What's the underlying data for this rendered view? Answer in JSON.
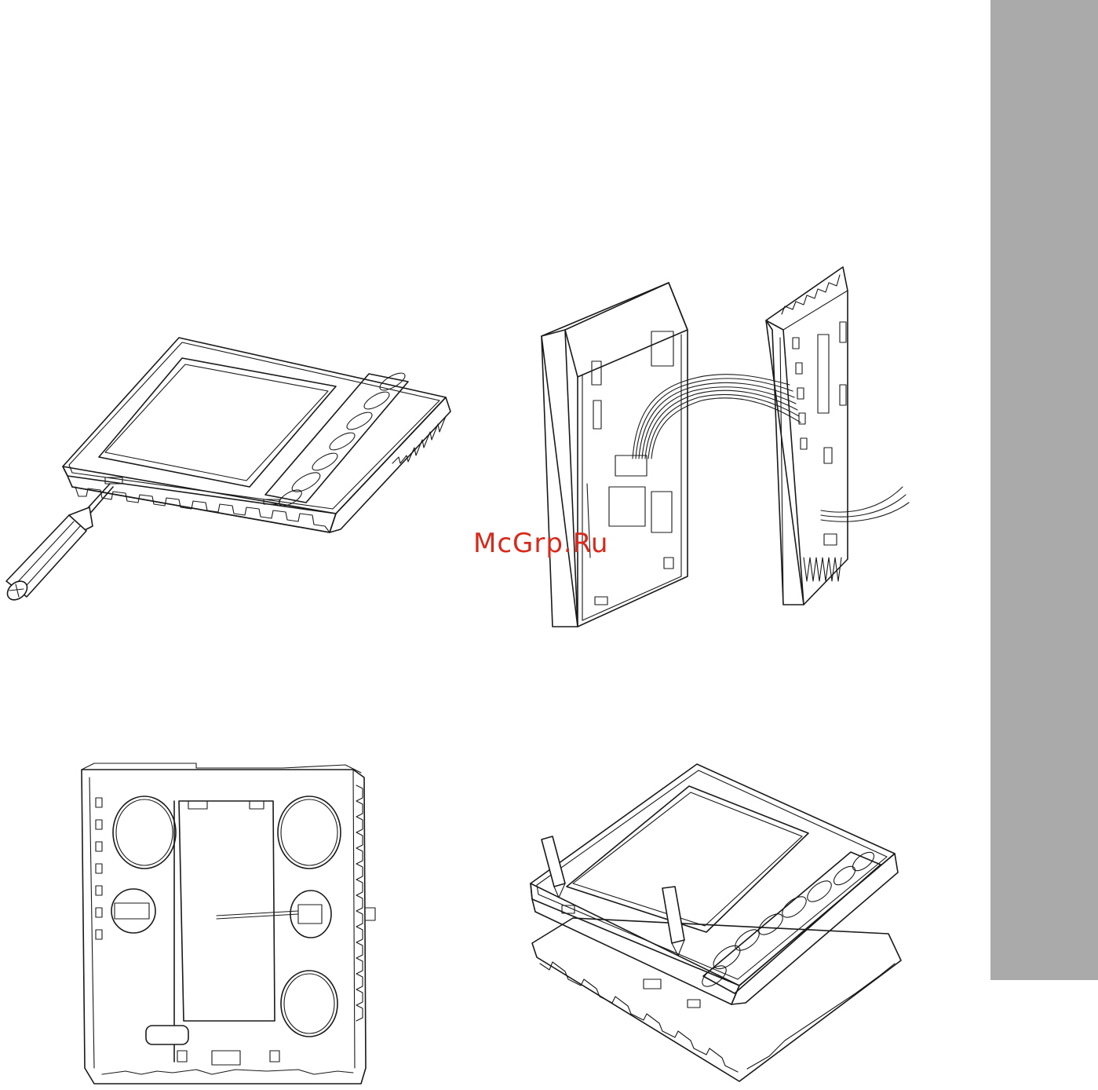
{
  "page": {
    "side_tab_color": "#aaaaaa",
    "background": "#ffffff"
  },
  "figures": [
    {
      "id": "fig-screwdriver-opening",
      "description_icon": "device-with-screwdriver-icon"
    },
    {
      "id": "fig-ribbon-cable",
      "description_icon": "ribbon-cable-connection-icon"
    },
    {
      "id": "fig-back-plate",
      "description_icon": "back-plate-icon"
    },
    {
      "id": "fig-assembly-pins",
      "description_icon": "assembly-with-pins-icon"
    }
  ],
  "watermark": {
    "text": "McGrp.Ru",
    "color": "#d9291c"
  }
}
